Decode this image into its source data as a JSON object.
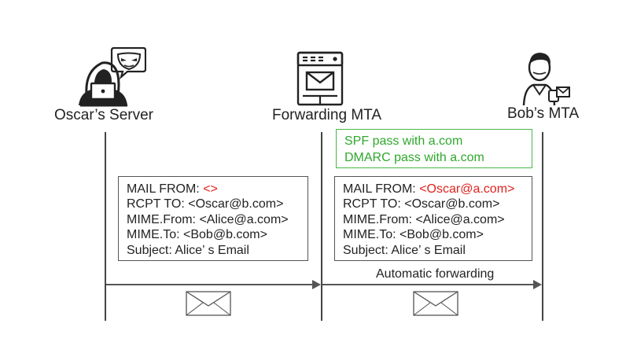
{
  "actors": {
    "oscar": {
      "label": "Oscar’s Server",
      "icon": "hacker-icon"
    },
    "forwarder": {
      "label": "Forwarding MTA",
      "icon": "mail-server-icon"
    },
    "bob": {
      "label": "Bob’s MTA",
      "icon": "user-with-mail-icon"
    }
  },
  "status_box": {
    "lines": [
      "SPF pass with a.com",
      "DMARC pass with a.com"
    ],
    "color": "#2fa82c"
  },
  "left_email": {
    "mail_from_label": "MAIL FROM: ",
    "mail_from_value": "<>",
    "rcpt_to": "RCPT TO: <Oscar@b.com>",
    "mime_from": "MIME.From: <Alice@a.com>",
    "mime_to": "MIME.To: <Bob@b.com>",
    "subject": "Subject: Alice’ s Email"
  },
  "right_email": {
    "mail_from_label": "MAIL FROM: ",
    "mail_from_value": "<Oscar@a.com>",
    "rcpt_to": "RCPT TO: <Oscar@b.com>",
    "mime_from": "MIME.From: <Alice@a.com>",
    "mime_to": "MIME.To: <Bob@b.com>",
    "subject": "Subject: Alice’ s Email"
  },
  "arrows": {
    "forward_label": "Automatic forwarding"
  },
  "colors": {
    "highlight_red": "#e0221c",
    "status_green": "#4bb749",
    "line": "#444444"
  }
}
